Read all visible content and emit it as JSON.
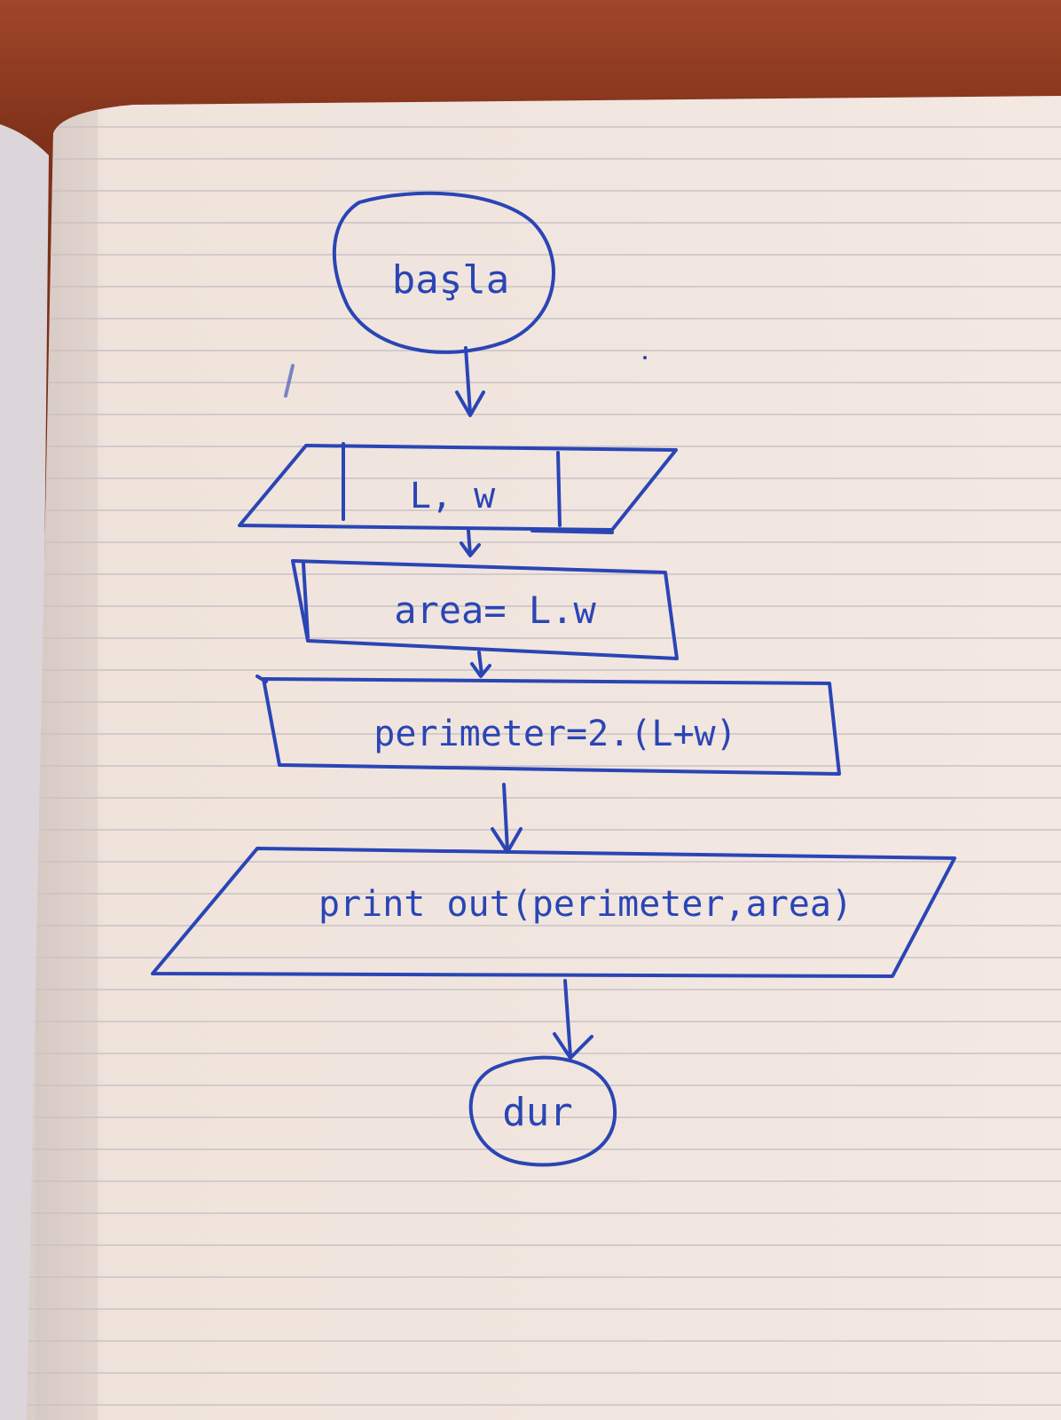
{
  "flowchart": {
    "start": "başla",
    "input": "L, w",
    "area_step": "area= L.w",
    "perimeter_step": "perimeter=2.(L+w)",
    "output": "print out(perimeter,area)",
    "end": "dur"
  },
  "colors": {
    "ink": "#2a45b5",
    "paper": "#f1e4dc",
    "ruled_lines": "#c9c2c6",
    "table": "#7f3119"
  }
}
